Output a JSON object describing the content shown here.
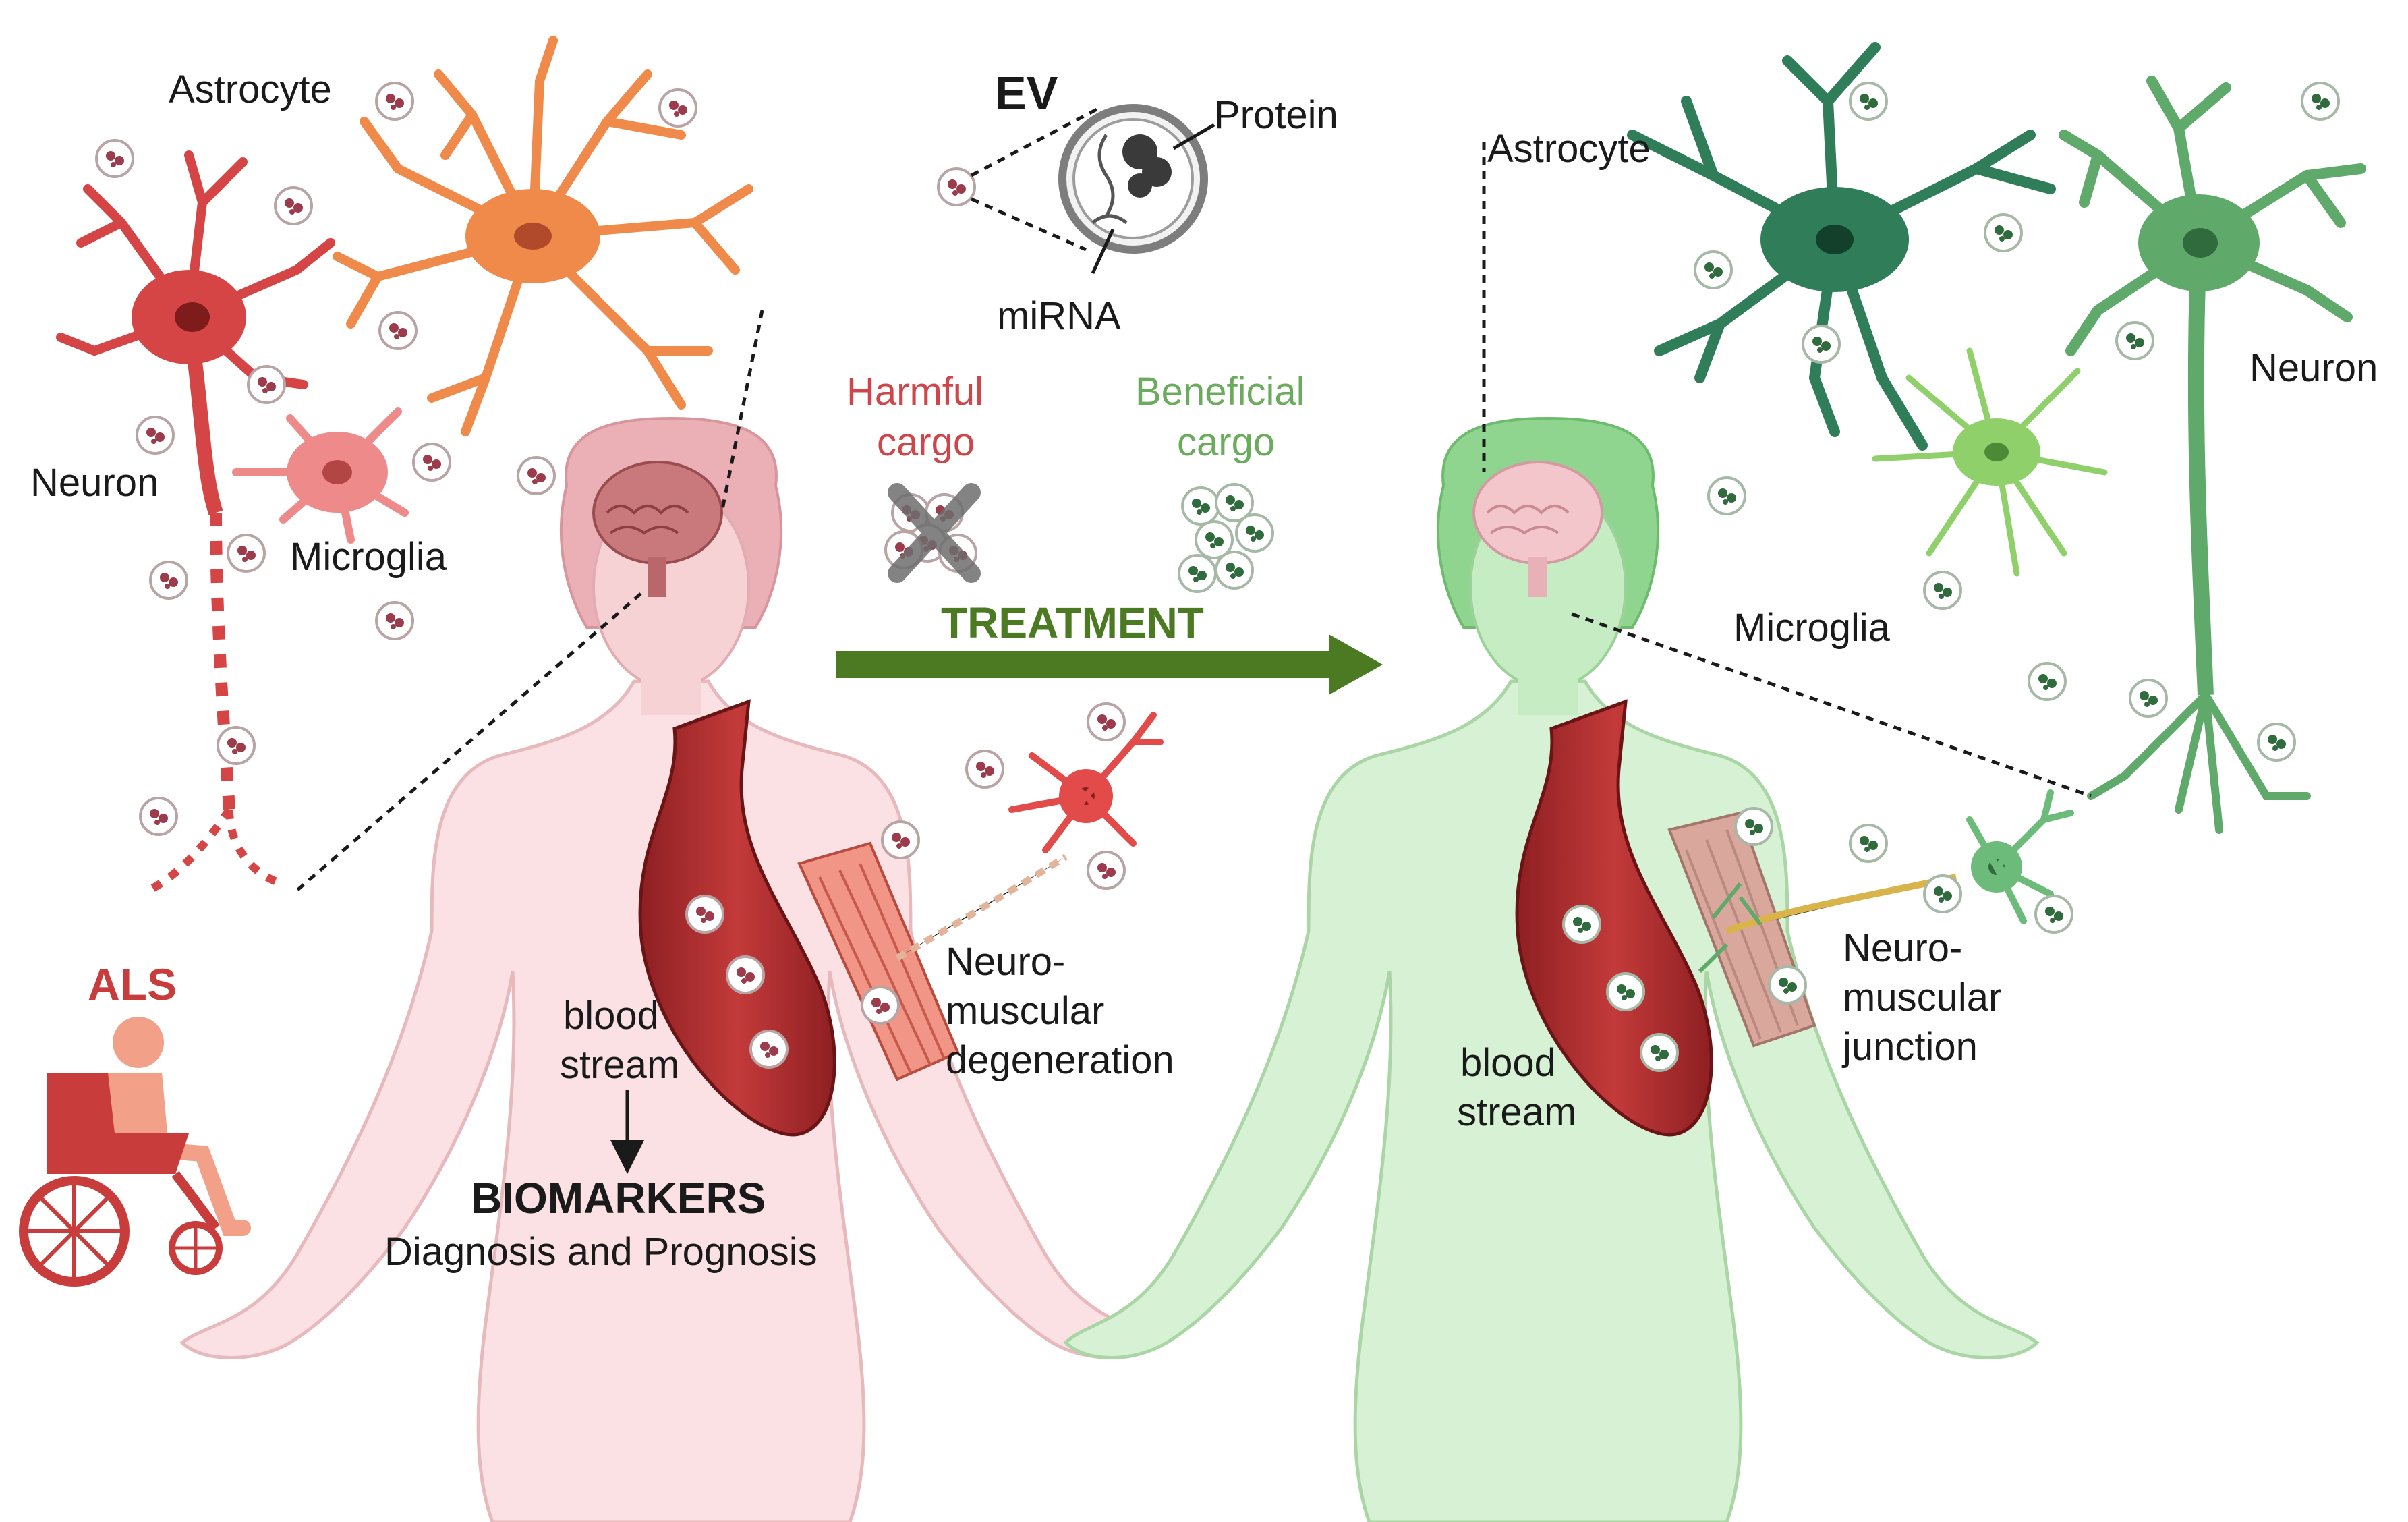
{
  "left_panel": {
    "labels": {
      "astrocyte": "Astrocyte",
      "neuron": "Neuron",
      "microglia": "Microglia",
      "als": "ALS",
      "blood_stream_line1": "blood",
      "blood_stream_line2": "stream",
      "biomarkers": "BIOMARKERS",
      "diagnosis": "Diagnosis and Prognosis",
      "nm_line1": "Neuro-",
      "nm_line2": "muscular",
      "nm_line3": "degeneration"
    },
    "colors": {
      "disease_red": "#c83c3c",
      "skin_pink": "#f9d7d9",
      "astro_orange": "#f08a4b"
    }
  },
  "center": {
    "ev_title": "EV",
    "protein": "Protein",
    "mirna": "miRNA",
    "harmful_line1": "Harmful",
    "harmful_line2": "cargo",
    "beneficial_line1": "Beneficial",
    "beneficial_line2": "cargo",
    "treatment": "TREATMENT",
    "colors": {
      "harmful": "#d0454a",
      "beneficial": "#6aab5c",
      "treatment_arrow": "#4b7a22"
    }
  },
  "right_panel": {
    "labels": {
      "astrocyte": "Astrocyte",
      "neuron": "Neuron",
      "microglia": "Microglia",
      "blood_stream_line1": "blood",
      "blood_stream_line2": "stream",
      "nmj_line1": "Neuro-",
      "nmj_line2": "muscular",
      "nmj_line3": "junction"
    },
    "colors": {
      "healthy_green": "#5fa96b",
      "skin_green": "#cfeecf",
      "astro_dark": "#2f7d59"
    }
  }
}
